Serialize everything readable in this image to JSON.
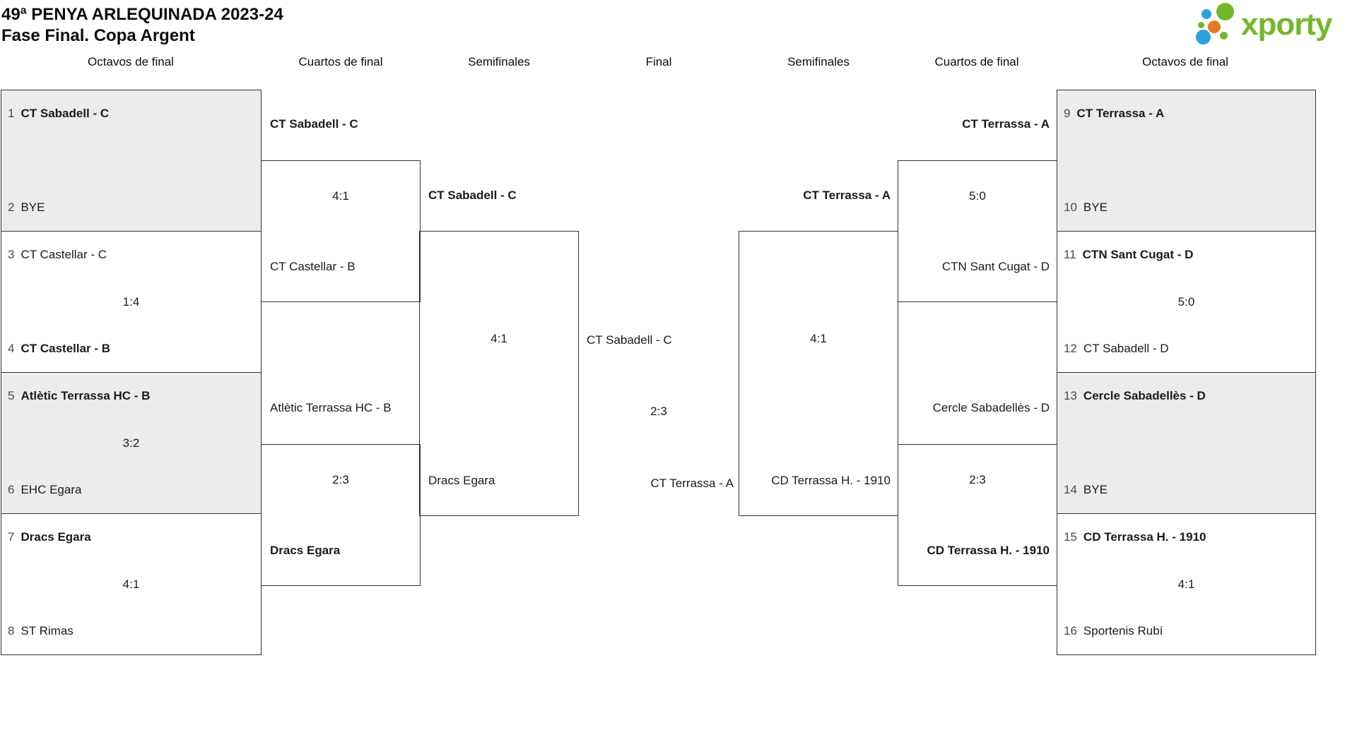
{
  "title": {
    "line1": "49ª PENYA ARLEQUINADA 2023-24",
    "line2": "Fase Final. Copa Argent"
  },
  "logo": {
    "text": "xporty",
    "colors": {
      "green": "#72b82a",
      "blue": "#29a3dd",
      "orange": "#e87a1e"
    }
  },
  "column_headers": [
    "Octavos de final",
    "Cuartos de final",
    "Semifinales",
    "Final",
    "Semifinales",
    "Cuartos de final",
    "Octavos de final"
  ],
  "colors": {
    "box_border": "#333333",
    "box_fill_shaded": "#ececec",
    "seed_text": "#4a4a4a",
    "team_text": "#1b1b1b"
  },
  "bracket": {
    "octavos_left": [
      {
        "shaded": true,
        "score": "",
        "top": {
          "seed": "1",
          "name": "CT Sabadell - C",
          "winner": true
        },
        "bottom": {
          "seed": "2",
          "name": "BYE",
          "winner": false
        }
      },
      {
        "shaded": false,
        "score": "1:4",
        "top": {
          "seed": "3",
          "name": "CT Castellar - C",
          "winner": false
        },
        "bottom": {
          "seed": "4",
          "name": "CT Castellar - B",
          "winner": true
        }
      },
      {
        "shaded": true,
        "score": "3:2",
        "top": {
          "seed": "5",
          "name": "Atlètic Terrassa HC - B",
          "winner": true
        },
        "bottom": {
          "seed": "6",
          "name": "EHC Egara",
          "winner": false
        }
      },
      {
        "shaded": false,
        "score": "4:1",
        "top": {
          "seed": "7",
          "name": "Dracs Egara",
          "winner": true
        },
        "bottom": {
          "seed": "8",
          "name": "ST Rimas",
          "winner": false
        }
      }
    ],
    "octavos_right": [
      {
        "shaded": true,
        "score": "",
        "top": {
          "seed": "9",
          "name": "CT Terrassa - A",
          "winner": true
        },
        "bottom": {
          "seed": "10",
          "name": "BYE",
          "winner": false
        }
      },
      {
        "shaded": false,
        "score": "5:0",
        "top": {
          "seed": "11",
          "name": "CTN Sant Cugat - D",
          "winner": true
        },
        "bottom": {
          "seed": "12",
          "name": "CT Sabadell - D",
          "winner": false
        }
      },
      {
        "shaded": true,
        "score": "",
        "top": {
          "seed": "13",
          "name": "Cercle Sabadellès - D",
          "winner": true
        },
        "bottom": {
          "seed": "14",
          "name": "BYE",
          "winner": false
        }
      },
      {
        "shaded": false,
        "score": "4:1",
        "top": {
          "seed": "15",
          "name": "CD Terrassa H. - 1910",
          "winner": true
        },
        "bottom": {
          "seed": "16",
          "name": "Sportenis Rubí",
          "winner": false
        }
      }
    ],
    "cuartos_left": [
      {
        "score": "4:1",
        "top": {
          "name": "CT Sabadell - C",
          "winner": true
        },
        "bottom": {
          "name": "CT Castellar - B",
          "winner": false
        }
      },
      {
        "score": "2:3",
        "top": {
          "name": "Atlètic Terrassa HC - B",
          "winner": false
        },
        "bottom": {
          "name": "Dracs Egara",
          "winner": true
        }
      }
    ],
    "cuartos_right": [
      {
        "score": "5:0",
        "top": {
          "name": "CT Terrassa - A",
          "winner": true
        },
        "bottom": {
          "name": "CTN Sant Cugat - D",
          "winner": false
        }
      },
      {
        "score": "2:3",
        "top": {
          "name": "Cercle Sabadellès - D",
          "winner": false
        },
        "bottom": {
          "name": "CD Terrassa H. - 1910",
          "winner": true
        }
      }
    ],
    "semifinal_left": {
      "score": "4:1",
      "top": {
        "name": "CT Sabadell - C",
        "winner": true
      },
      "bottom": {
        "name": "Dracs Egara",
        "winner": false
      }
    },
    "semifinal_right": {
      "score": "4:1",
      "top": {
        "name": "CT Terrassa - A",
        "winner": true
      },
      "bottom": {
        "name": "CD Terrassa H. - 1910",
        "winner": false
      }
    },
    "final": {
      "score": "2:3",
      "top": {
        "name": "CT Sabadell - C",
        "winner": false
      },
      "bottom": {
        "name": "CT Terrassa - A",
        "winner": false
      }
    }
  }
}
